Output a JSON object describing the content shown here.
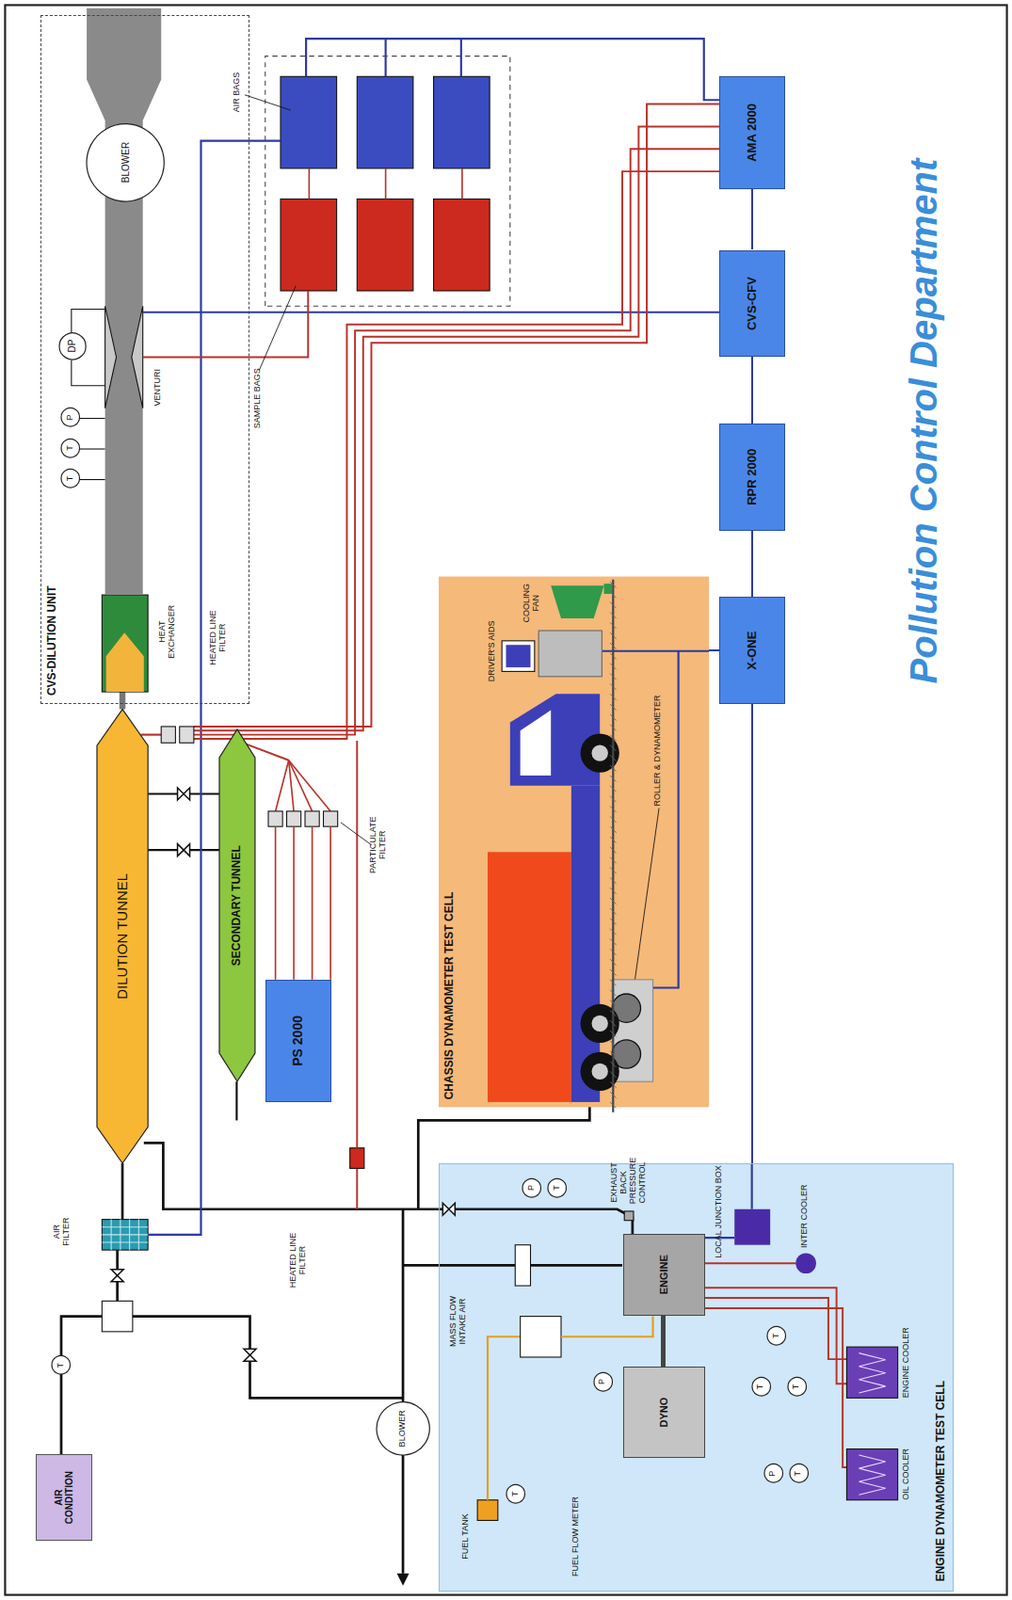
{
  "diagram": {
    "title": "Pollution Control Department",
    "nodes": [
      {
        "text": [
          "AIR CONDITION"
        ]
      },
      {
        "text": [
          "DILUTION TUNNEL"
        ]
      },
      {
        "text": [
          "SECONDARY TUNNEL"
        ]
      },
      {
        "text": [
          "PS 2000"
        ]
      },
      {
        "text": [
          "CVS-DILUTION UNIT"
        ]
      },
      {
        "text": [
          "P"
        ],
        "in": 4
      },
      {
        "text": [
          "T"
        ],
        "in": 4
      },
      {
        "text": [
          "T"
        ],
        "in": 4
      },
      {
        "text": [
          "DP"
        ],
        "in": 4
      },
      {
        "text": [
          "BLOWER"
        ],
        "in": 4
      },
      {
        "text": [
          "AMA 2000"
        ]
      },
      {
        "text": [
          "CVS-CFV"
        ]
      },
      {
        "text": [
          "RPR 2000"
        ]
      },
      {
        "text": [
          "X-ONE"
        ]
      },
      {
        "text": [
          "CHASSIS DYNAMOMETER TEST CELL"
        ]
      },
      {
        "text": [
          "ENGINE DYNAMOMETER TEST CELL"
        ]
      },
      {
        "text": [
          "ENGINE"
        ],
        "in": 15
      },
      {
        "text": [
          "DYNO"
        ],
        "in": 15
      },
      {
        "text": [
          "P"
        ],
        "in": 15
      },
      {
        "text": [
          "T"
        ],
        "in": 15
      },
      {
        "text": [
          "T"
        ],
        "in": 15
      },
      {
        "text": [
          "P"
        ],
        "in": 15
      },
      {
        "text": [
          "T"
        ],
        "in": 15
      },
      {
        "text": [
          "T"
        ],
        "in": 15
      },
      {
        "text": [
          "P"
        ],
        "in": 15
      },
      {
        "text": [
          "T"
        ],
        "in": 15
      },
      {
        "text": [
          "T"
        ],
        "in": 15
      },
      {
        "text": [
          "BLOWER"
        ]
      },
      {
        "text": [
          "T"
        ]
      }
    ],
    "edges": [
      {
        "from": 10,
        "to": 11,
        "arrow": "none"
      },
      {
        "from": 11,
        "to": 12,
        "arrow": "none"
      },
      {
        "from": 12,
        "to": 13,
        "arrow": "none"
      },
      {
        "from": 13,
        "to": 14,
        "arrow": "none"
      },
      {
        "from": 13,
        "to": 15,
        "arrow": "none"
      },
      {
        "from": 16,
        "to": 17,
        "arrow": "none"
      }
    ],
    "labels": [
      "AIR FILTER",
      "HEATED LINE FILTER",
      "HEAT EXCHANGER",
      "VENTURI",
      "AIR BAGS",
      "SAMPLE BAGS",
      "PARTICULATE FILTER",
      "HEATED LINE FILTER",
      "COOLING FAN",
      "DRIVER'S AIDS",
      "ROLLER & DYNAMOMETER",
      "EXHAUST BACK PRESSURE CONTROL",
      "LOCAL JUNCTION BOX",
      "INTER COOLER",
      "ENGINE COOLER",
      "OIL COOLER",
      "FUEL TANK",
      "FUEL FLOW METER",
      "MASS FLOW INTAKE AIR"
    ]
  }
}
